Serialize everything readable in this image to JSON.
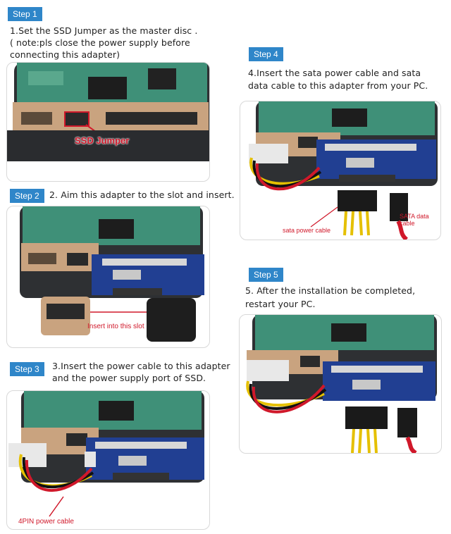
{
  "steps": [
    {
      "badge": "Step 1",
      "lines": [
        "1.Set the SSD Jumper as the master disc .",
        "( note:pls close the power supply before",
        "connecting this adapter)"
      ],
      "callouts": [
        "SSD Jumper"
      ]
    },
    {
      "badge": "Step 2",
      "lines": [
        "2. Aim this adapter to the slot and insert."
      ],
      "callouts": [
        "Insert into this slot"
      ]
    },
    {
      "badge": "Step 3",
      "lines": [
        "3.Insert the power cable to this adapter",
        "and the power supply port of SSD."
      ],
      "callouts": [
        "4PIN power cable"
      ]
    },
    {
      "badge": "Step 4",
      "lines": [
        "4.Insert the sata power cable and sata",
        "data cable to this adapter from your PC."
      ],
      "callouts": [
        "sata power cable",
        "SATA data cable"
      ]
    },
    {
      "badge": "Step 5",
      "lines": [
        "5. After the installation be completed,",
        "restart your PC."
      ],
      "callouts": []
    }
  ],
  "colors": {
    "badge": "#2f86c9",
    "pcb": "#3f9078",
    "adapter": "#213f92",
    "callout": "#d0182a",
    "connector": "#c9a37f"
  },
  "icons": [
    "hard-drive-photo",
    "ide-to-sata-adapter",
    "power-cable",
    "sata-cable"
  ]
}
